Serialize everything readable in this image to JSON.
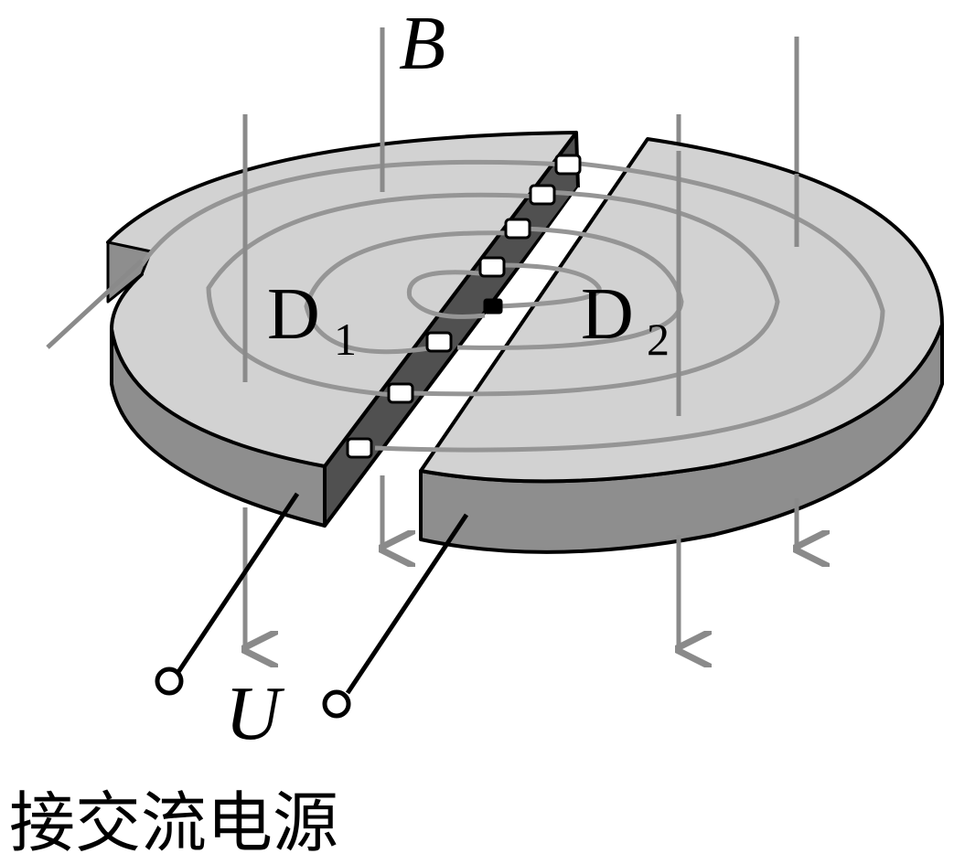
{
  "labels": {
    "field": "B",
    "voltage": "U",
    "dee_left": "D",
    "dee_left_sub": "1",
    "dee_right": "D",
    "dee_right_sub": "2",
    "caption": "接交流电源"
  },
  "colors": {
    "disk_top": "#d2d2d2",
    "disk_side": "#8e8e8e",
    "gap_wall": "#505050",
    "field_line": "#8a8a8a",
    "orbit": "#959595",
    "outline": "#000000"
  }
}
